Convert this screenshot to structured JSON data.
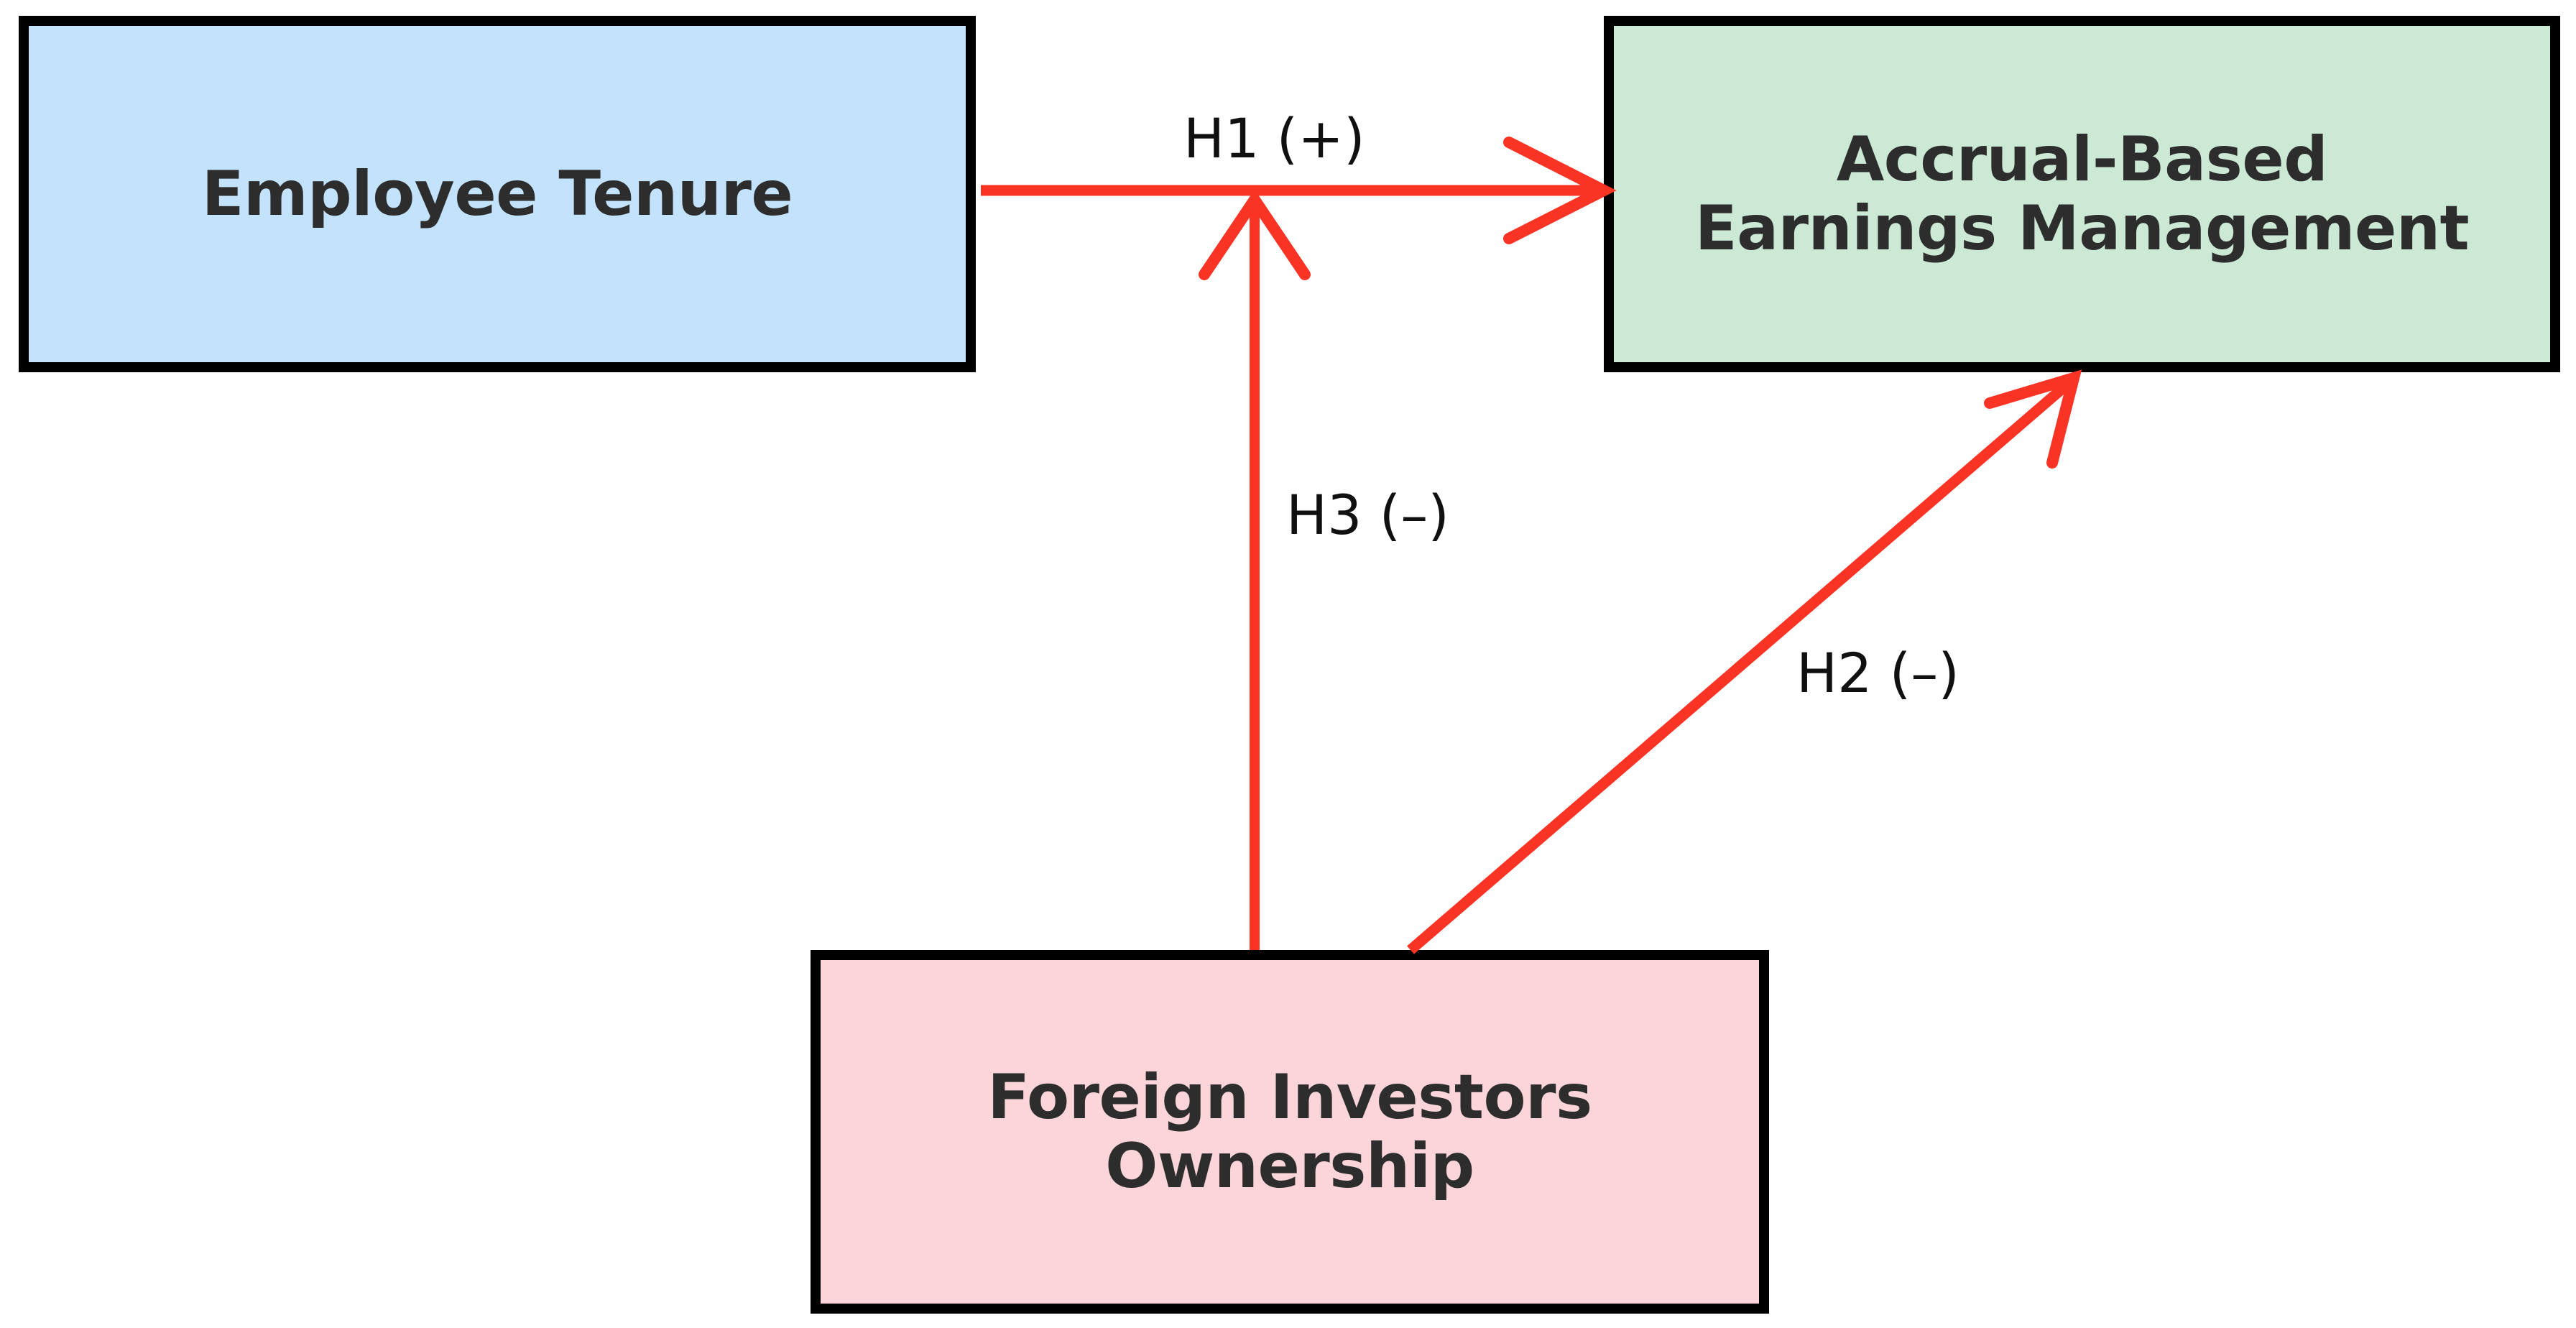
{
  "diagram": {
    "type": "conceptual-research-model",
    "background_color": "#ffffff",
    "arrow_color": "#f93425",
    "border_color": "#000000",
    "text_color": "#2d2d2d",
    "nodes": [
      {
        "id": "employee-tenure",
        "label": "Employee Tenure",
        "role": "independent-variable",
        "fill": "#c3e2fb",
        "position": "top-left"
      },
      {
        "id": "accrual-earnings-management",
        "label": "Accrual-Based\nEarnings Management",
        "role": "dependent-variable",
        "fill": "#cbe9d5",
        "position": "top-right"
      },
      {
        "id": "foreign-investors-ownership",
        "label": "Foreign Investors\nOwnership",
        "role": "moderating-variable",
        "fill": "#fbd5d9",
        "position": "bottom-center"
      }
    ],
    "edges": [
      {
        "id": "h1",
        "label": "H1 (+)",
        "sign": "+",
        "from": "employee-tenure",
        "to": "accrual-earnings-management",
        "style": "direct-horizontal"
      },
      {
        "id": "h2",
        "label": "H2 (–)",
        "sign": "–",
        "from": "foreign-investors-ownership",
        "to": "accrual-earnings-management",
        "style": "direct-diagonal"
      },
      {
        "id": "h3",
        "label": "H3 (–)",
        "sign": "–",
        "from": "foreign-investors-ownership",
        "to": "h1",
        "style": "moderation-vertical"
      }
    ]
  }
}
